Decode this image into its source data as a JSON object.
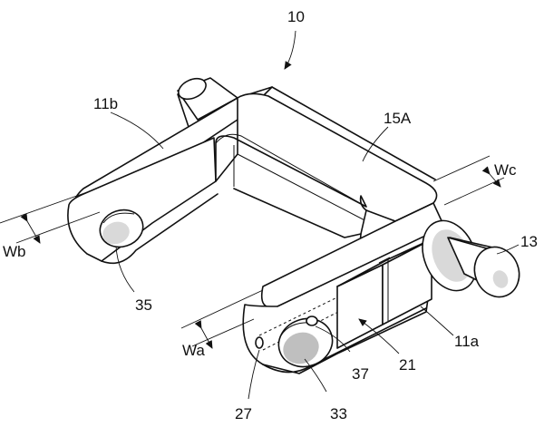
{
  "labels": {
    "assembly": "10",
    "arm_b": "11b",
    "bridge": "15A",
    "width_c": "Wc",
    "shaft": "13",
    "width_b": "Wb",
    "hole_b": "35",
    "width_a": "Wa",
    "arm_a": "11a",
    "cam_block": "21",
    "pin_hole": "37",
    "hole_a": "33",
    "side_hole": "27"
  }
}
